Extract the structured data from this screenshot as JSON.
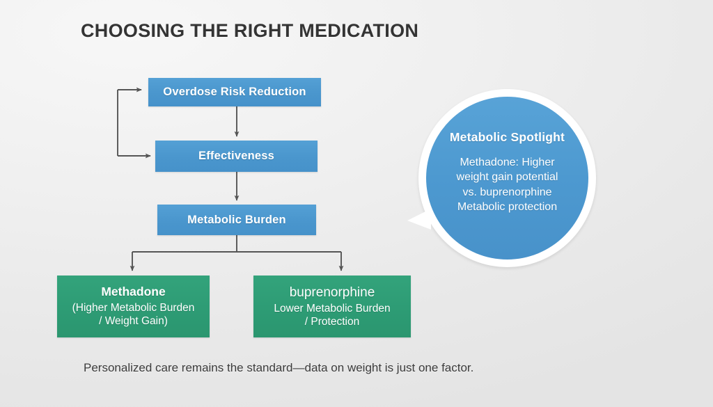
{
  "slide": {
    "title": "CHOOSING THE RIGHT MEDICATION",
    "caption": "Personalized care remains the standard—data on weight is just one factor.",
    "background_color": "#ededed"
  },
  "colors": {
    "blue": "#4a96cd",
    "green": "#2d9b74",
    "title_text": "#343434",
    "caption_text": "#3b3b3b",
    "connector": "#555555",
    "callout_ring": "#ffffff"
  },
  "flow": {
    "criteria": [
      {
        "label": "Overdose Risk Reduction"
      },
      {
        "label": "Effectiveness"
      },
      {
        "label": "Metabolic Burden"
      }
    ],
    "outcomes": [
      {
        "name": "Methadone",
        "bold": true,
        "detail_line_1": "(Higher Metabolic Burden",
        "detail_line_2": "/ Weight Gain)"
      },
      {
        "name": "buprenorphine",
        "bold": false,
        "detail_line_1": "Lower Metabolic Burden",
        "detail_line_2": "/ Protection"
      }
    ]
  },
  "spotlight": {
    "heading": "Metabolic Spotlight",
    "body_lines": [
      "Methadone: Higher",
      "weight gain potential",
      "vs. buprenorphine",
      "Metabolic protection"
    ]
  }
}
